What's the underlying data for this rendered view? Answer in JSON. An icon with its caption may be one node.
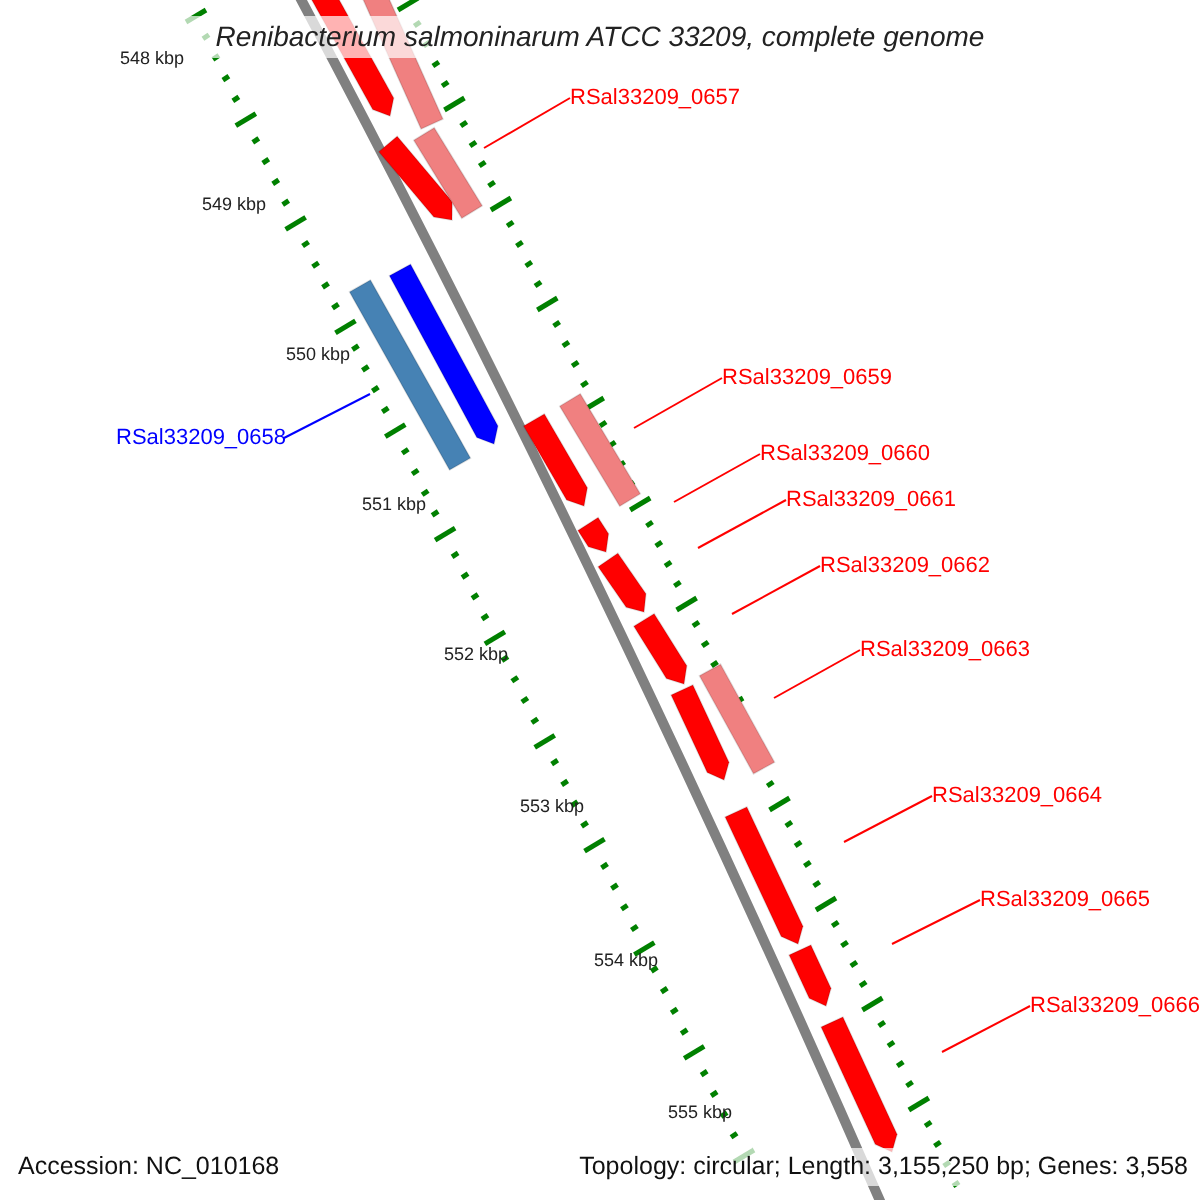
{
  "diagram": {
    "title": "Renibacterium salmoninarum ATCC 33209, complete genome",
    "nodes": [
      {
        "text": [
          "RSal33209_0657"
        ]
      },
      {
        "text": [
          "RSal33209_0658"
        ]
      },
      {
        "text": [
          "RSal33209_0659"
        ]
      },
      {
        "text": [
          "RSal33209_0660"
        ]
      },
      {
        "text": [
          "RSal33209_0661"
        ]
      },
      {
        "text": [
          "RSal33209_0662"
        ]
      },
      {
        "text": [
          "RSal33209_0663"
        ]
      },
      {
        "text": [
          "RSal33209_0664"
        ]
      },
      {
        "text": [
          "RSal33209_0665"
        ]
      },
      {
        "text": [
          "RSal33209_0666"
        ]
      }
    ],
    "edges": [
      {
        "from": 0,
        "to": null,
        "arrow": "none",
        "color": "#ff0000"
      },
      {
        "from": 1,
        "to": null,
        "arrow": "none",
        "color": "#0000ff"
      },
      {
        "from": 2,
        "to": null,
        "arrow": "none",
        "color": "#ff0000"
      },
      {
        "from": 3,
        "to": null,
        "arrow": "none",
        "color": "#ff0000"
      },
      {
        "from": 4,
        "to": null,
        "arrow": "none",
        "color": "#ff0000"
      },
      {
        "from": 5,
        "to": null,
        "arrow": "none",
        "color": "#ff0000"
      },
      {
        "from": 6,
        "to": null,
        "arrow": "none",
        "color": "#ff0000"
      },
      {
        "from": 7,
        "to": null,
        "arrow": "none",
        "color": "#ff0000"
      },
      {
        "from": 8,
        "to": null,
        "arrow": "none",
        "color": "#ff0000"
      },
      {
        "from": 9,
        "to": null,
        "arrow": "none",
        "color": "#ff0000"
      }
    ],
    "labels": [
      "548 kbp",
      "549 kbp",
      "550 kbp",
      "551 kbp",
      "552 kbp",
      "553 kbp",
      "554 kbp",
      "555 kbp",
      "Accession: NC_010168",
      "Topology: circular; Length: 3,155,250 bp; Genes: 3,558"
    ]
  }
}
